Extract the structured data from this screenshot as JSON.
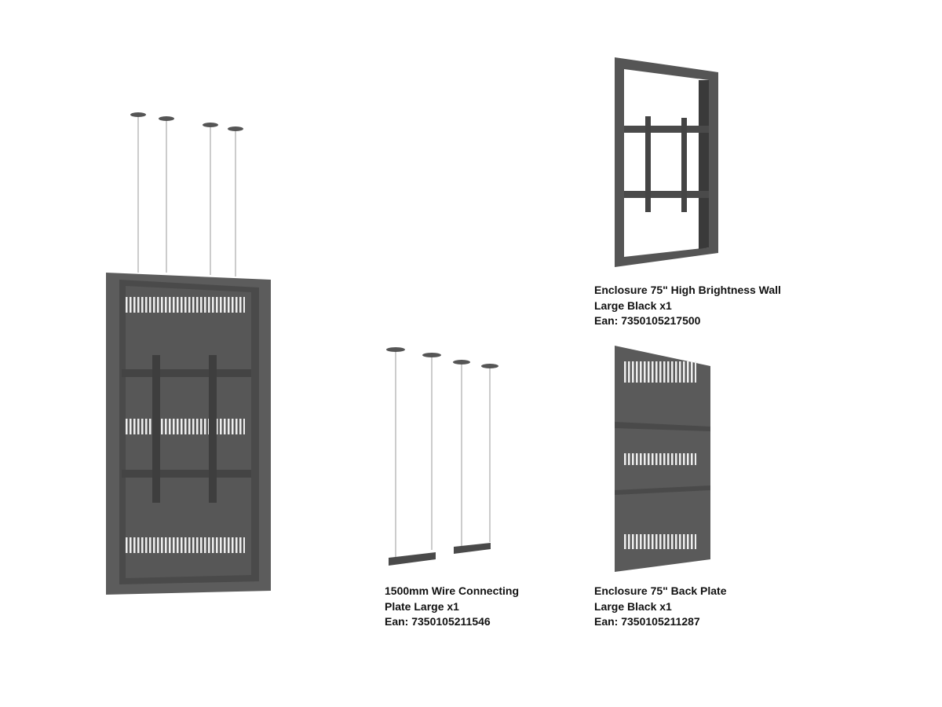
{
  "products": [
    {
      "name_line1": "Enclosure 75\" High Brightness Wall",
      "name_line2": "Large Black x1",
      "ean": "Ean: 7350105217500"
    },
    {
      "name_line1": "1500mm Wire Connecting",
      "name_line2": "Plate Large x1",
      "ean": "Ean: 7350105211546"
    },
    {
      "name_line1": "Enclosure 75\" Back Plate",
      "name_line2": "Large Black x1",
      "ean": "Ean: 7350105211287"
    }
  ],
  "colors": {
    "metal": "#5a5a5a",
    "metal_dark": "#3e3e3e",
    "wire": "#b8b8b8",
    "text": "#111111"
  }
}
